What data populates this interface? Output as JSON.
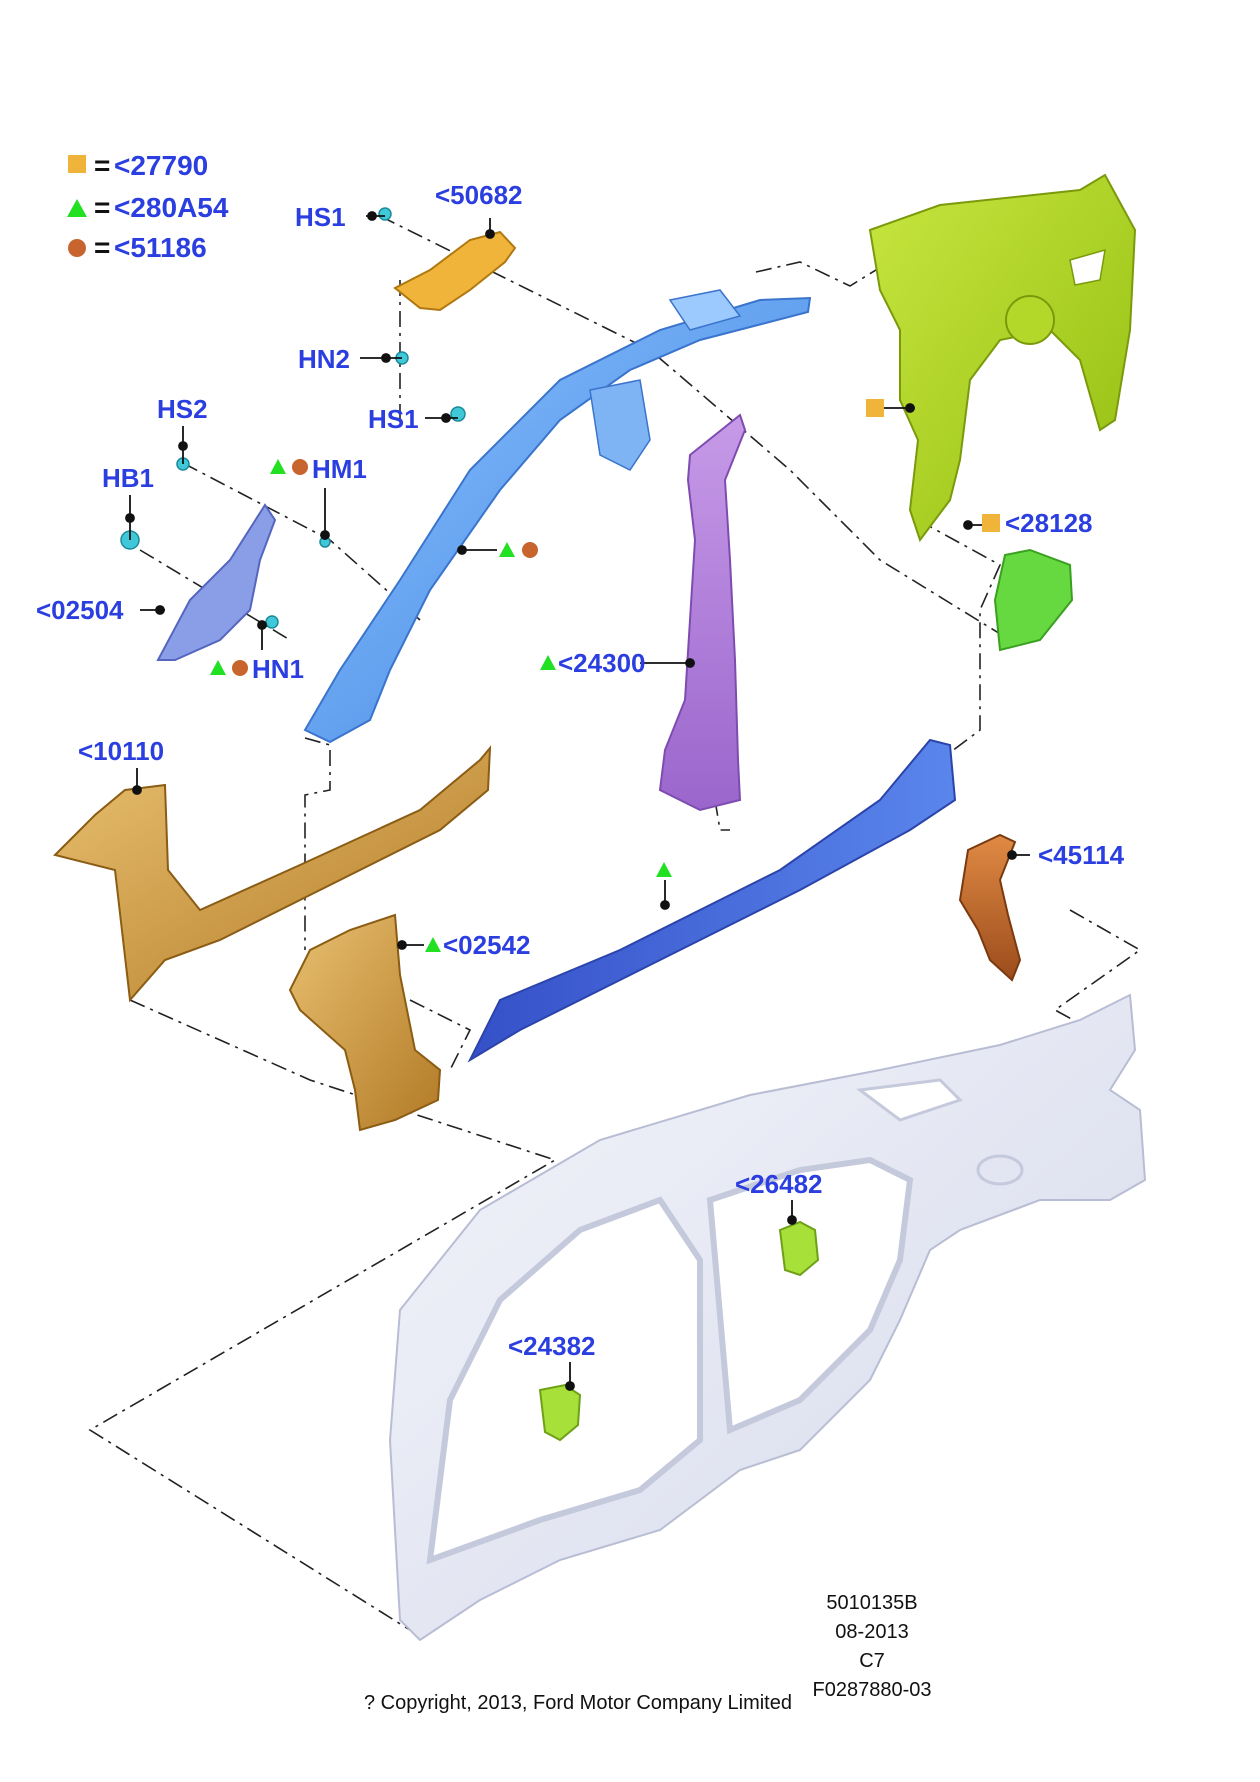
{
  "legend": [
    {
      "symbol": "square",
      "sep": "=",
      "code": "<27790"
    },
    {
      "symbol": "triangle",
      "sep": "=",
      "code": "<280A54"
    },
    {
      "symbol": "circle",
      "sep": "=",
      "code": "<51186"
    }
  ],
  "callouts": {
    "p50682": "<50682",
    "hs1_top": "HS1",
    "hn2": "HN2",
    "hs1_bottom": "HS1",
    "hs2": "HS2",
    "hb1": "HB1",
    "hm1": "HM1",
    "p02504": "<02504",
    "hn1": "HN1",
    "p24300": "<24300",
    "p28128": "<28128",
    "p10110": "<10110",
    "p45114": "<45114",
    "p02542": "<02542",
    "p26482": "<26482",
    "p24382": "<24382"
  },
  "footer": {
    "code": "5010135B",
    "date": "08-2013",
    "variant": "C7",
    "figure": "F0287880-03",
    "copyright": "? Copyright, 2013, Ford Motor Company Limited"
  },
  "colors": {
    "label": "#2b3ee0",
    "square": "#f0b43a",
    "triangle": "#22e022",
    "circle": "#c8652e",
    "rail_blue": "#5b9ef0",
    "sill_blue": "#3f60d8",
    "pillar_purple": "#b07ad8",
    "green_panel": "#a8d41c",
    "gold_part": "#cc9a3c",
    "copper_part": "#c36a2a",
    "side_panel": "#e8eaf4"
  }
}
